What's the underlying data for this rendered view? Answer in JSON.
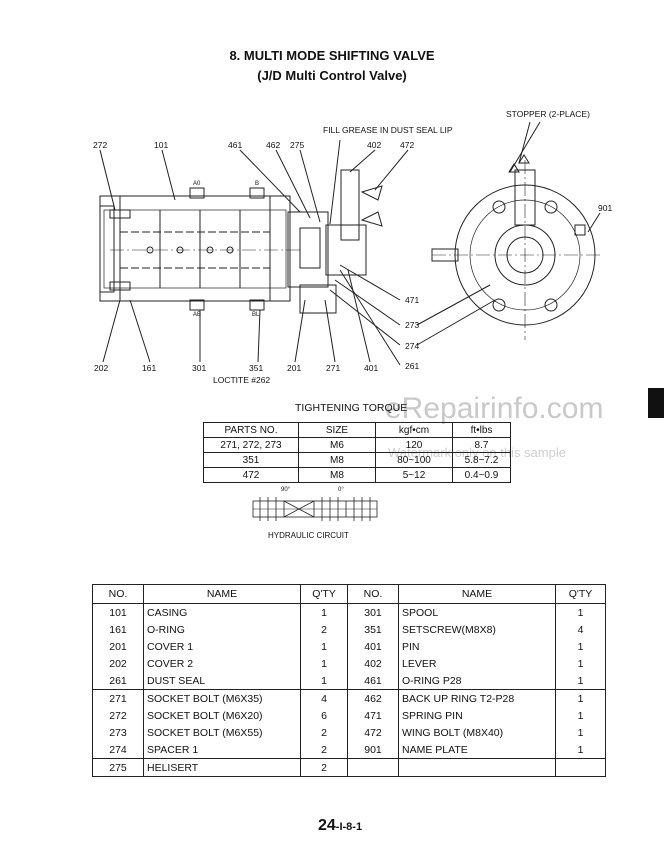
{
  "title": "8. MULTI MODE SHIFTING VALVE",
  "subtitle": "(J/D Multi Control Valve)",
  "callouts": {
    "c272_top": "272",
    "c101_top": "101",
    "c461": "461",
    "c462": "462",
    "c275": "275",
    "c402": "402",
    "c472": "472",
    "fill_grease": "FILL GREASE IN DUST SEAL LIP",
    "stopper": "STOPPER (2-PLACE)",
    "c901": "901",
    "c471": "471",
    "c273": "273",
    "c274": "274",
    "c261": "261",
    "c202": "202",
    "c161": "161",
    "c301": "301",
    "c351": "351",
    "c201": "201",
    "c271": "271",
    "c401": "401",
    "loctite": "LOCTITE #262",
    "port_a0": "A0",
    "port_b": "B",
    "port_ab": "AB",
    "port_bl": "BL"
  },
  "torque": {
    "title": "TIGHTENING TORQUE",
    "headers": [
      "PARTS NO.",
      "SIZE",
      "kgf•cm",
      "ft•lbs"
    ],
    "rows": [
      [
        "271, 272, 273",
        "M6",
        "120",
        "8.7"
      ],
      [
        "351",
        "M8",
        "80~100",
        "5.8~7.2"
      ],
      [
        "472",
        "M8",
        "5~12",
        "0.4~0.9"
      ]
    ]
  },
  "hydraulic": {
    "label": "HYDRAULIC CIRCUIT",
    "angle_left": "90°",
    "angle_right": "0°"
  },
  "parts": {
    "headers": [
      "NO.",
      "NAME",
      "Q'TY",
      "NO.",
      "NAME",
      "Q'TY"
    ],
    "rows": [
      [
        "101",
        "CASING",
        "1",
        "301",
        "SPOOL",
        "1"
      ],
      [
        "161",
        "O-RING",
        "2",
        "351",
        "SETSCREW(M8X8)",
        "4"
      ],
      [
        "201",
        "COVER 1",
        "1",
        "401",
        "PIN",
        "1"
      ],
      [
        "202",
        "COVER 2",
        "1",
        "402",
        "LEVER",
        "1"
      ],
      [
        "261",
        "DUST SEAL",
        "1",
        "461",
        "O-RING P28",
        "1"
      ],
      [
        "271",
        "SOCKET BOLT (M6X35)",
        "4",
        "462",
        "BACK UP RING T2-P28",
        "1"
      ],
      [
        "272",
        "SOCKET BOLT (M6X20)",
        "6",
        "471",
        "SPRING PIN",
        "1"
      ],
      [
        "273",
        "SOCKET BOLT (M6X55)",
        "2",
        "472",
        "WING BOLT (M8X40)",
        "1"
      ],
      [
        "274",
        "SPACER 1",
        "2",
        "901",
        "NAME PLATE",
        "1"
      ],
      [
        "275",
        "HELISERT",
        "2",
        "",
        "",
        ""
      ]
    ]
  },
  "watermark": {
    "site": "eRepairinfo.com",
    "note": "Watermark only on this sample"
  },
  "page": {
    "main": "24",
    "suffix": "-I-8-1"
  }
}
